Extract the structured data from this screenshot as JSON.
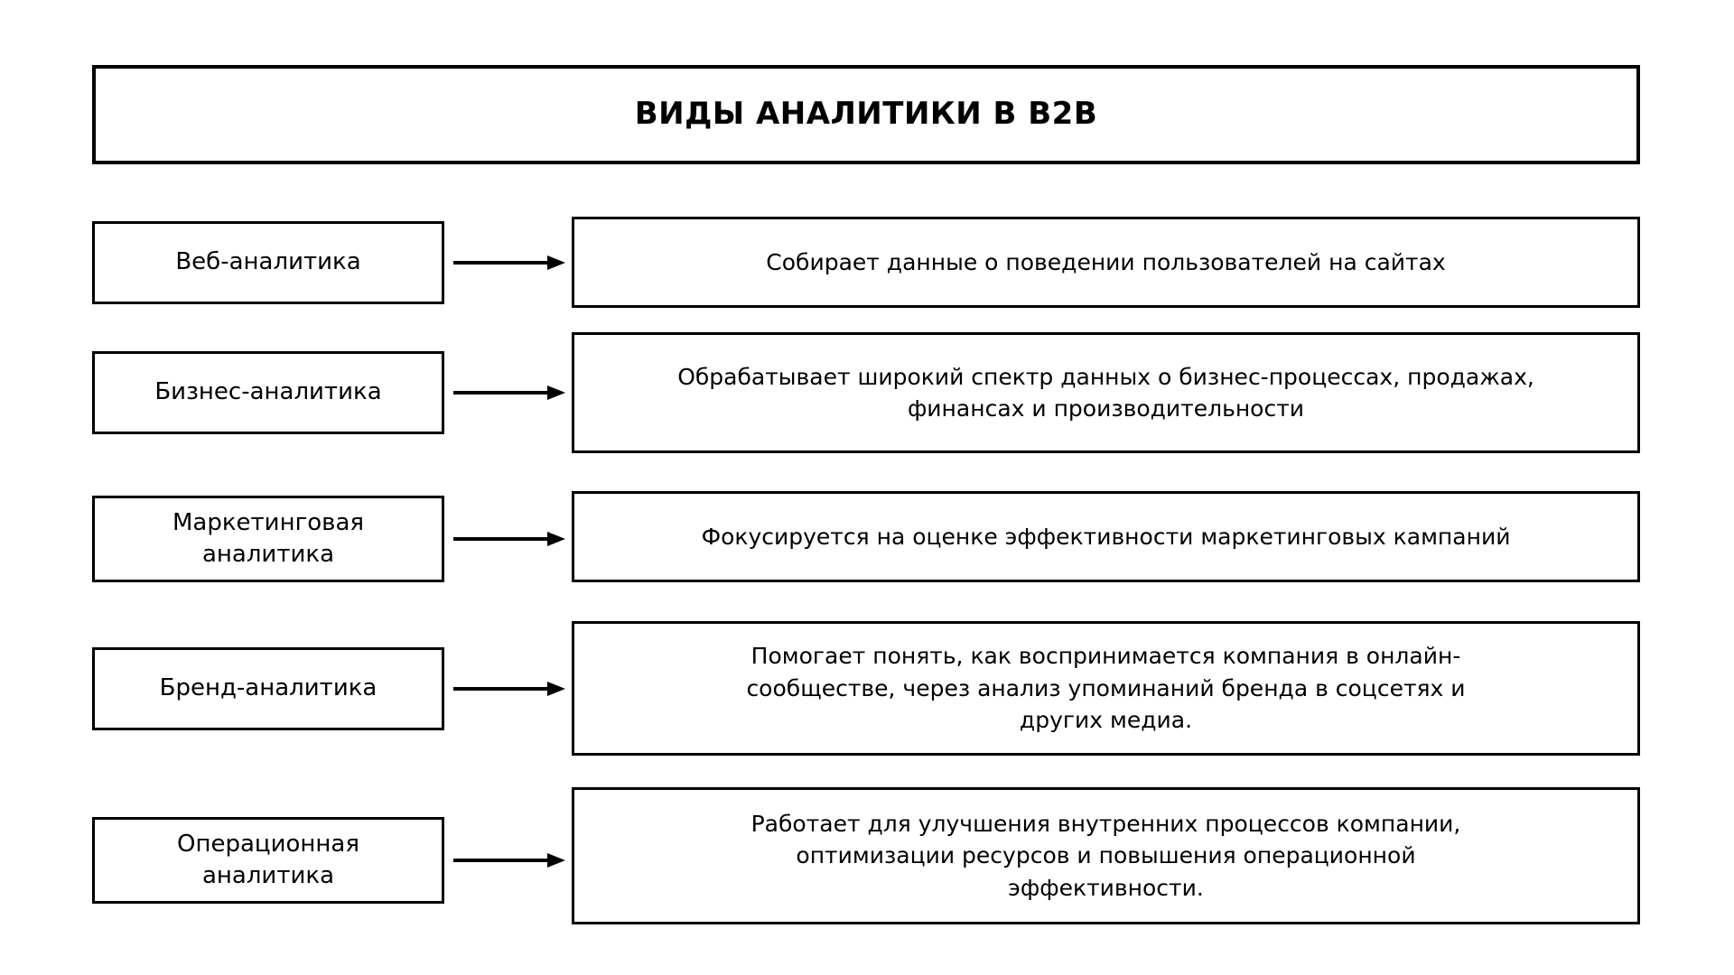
{
  "title": {
    "text": "ВИДЫ АНАЛИТИКИ В B2B"
  },
  "rows": [
    {
      "term": "Веб-аналитика",
      "description": "Собирает данные о поведении пользователей на сайтах",
      "arrow": "arrow-right-icon"
    },
    {
      "term": "Бизнес-аналитика",
      "description": "Обрабатывает широкий спектр данных о бизнес-процессах, продажах,\nфинансах и производительности",
      "arrow": "arrow-right-icon"
    },
    {
      "term": "Маркетинговая\nаналитика",
      "description": "Фокусируется на оценке эффективности маркетинговых кампаний",
      "arrow": "arrow-right-icon"
    },
    {
      "term": "Бренд-аналитика",
      "description": "Помогает понять, как воспринимается компания в онлайн-\nсообществе, через анализ упоминаний бренда в соцсетях и\nдругих медиа.",
      "arrow": "arrow-right-icon"
    },
    {
      "term": "Операционная\nаналитика",
      "description": "Работает для улучшения внутренних процессов компании,\nоптимизации ресурсов и повышения операционной\nэффективности.",
      "arrow": "arrow-right-icon"
    }
  ],
  "colors": {
    "background": "#ffffff",
    "stroke": "#000000",
    "text": "#000000"
  }
}
